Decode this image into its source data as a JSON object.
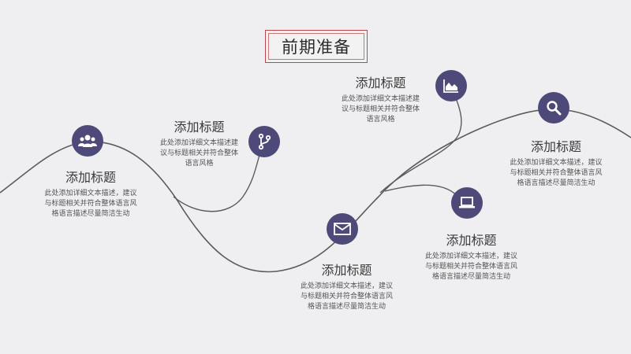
{
  "title": "前期准备",
  "colors": {
    "node": "#4d4a7a",
    "curve": "#5b5b5b",
    "frame": "#b9474b"
  },
  "items": [
    {
      "icon": "people-icon",
      "heading": "添加标题",
      "desc": "此处添加详细文本描述，建议\n与标题相关并符合整体语言风\n格语言描述尽量简洁生动"
    },
    {
      "icon": "branch-icon",
      "heading": "添加标题",
      "desc": "此处添加详细文本描述建\n议与标题相关并符合整体\n语言风格"
    },
    {
      "icon": "mail-icon",
      "heading": "添加标题",
      "desc": "此处添加详细文本描述，建议\n与标题相关并符合整体语言风\n格语言描述尽量简洁生动"
    },
    {
      "icon": "chart-icon",
      "heading": "添加标题",
      "desc": "此处添加详细文本描述建\n议与标题相关并符合整体\n语言风格"
    },
    {
      "icon": "laptop-icon",
      "heading": "添加标题",
      "desc": "此处添加详细文本描述，建议\n与标题相关并符合整体语言风\n格语言描述尽量简洁生动"
    },
    {
      "icon": "search-icon",
      "heading": "添加标题",
      "desc": "此处添加详细文本描述，建议\n与标题相关并符合整体语言风\n格语言描述尽量简洁生动"
    }
  ]
}
